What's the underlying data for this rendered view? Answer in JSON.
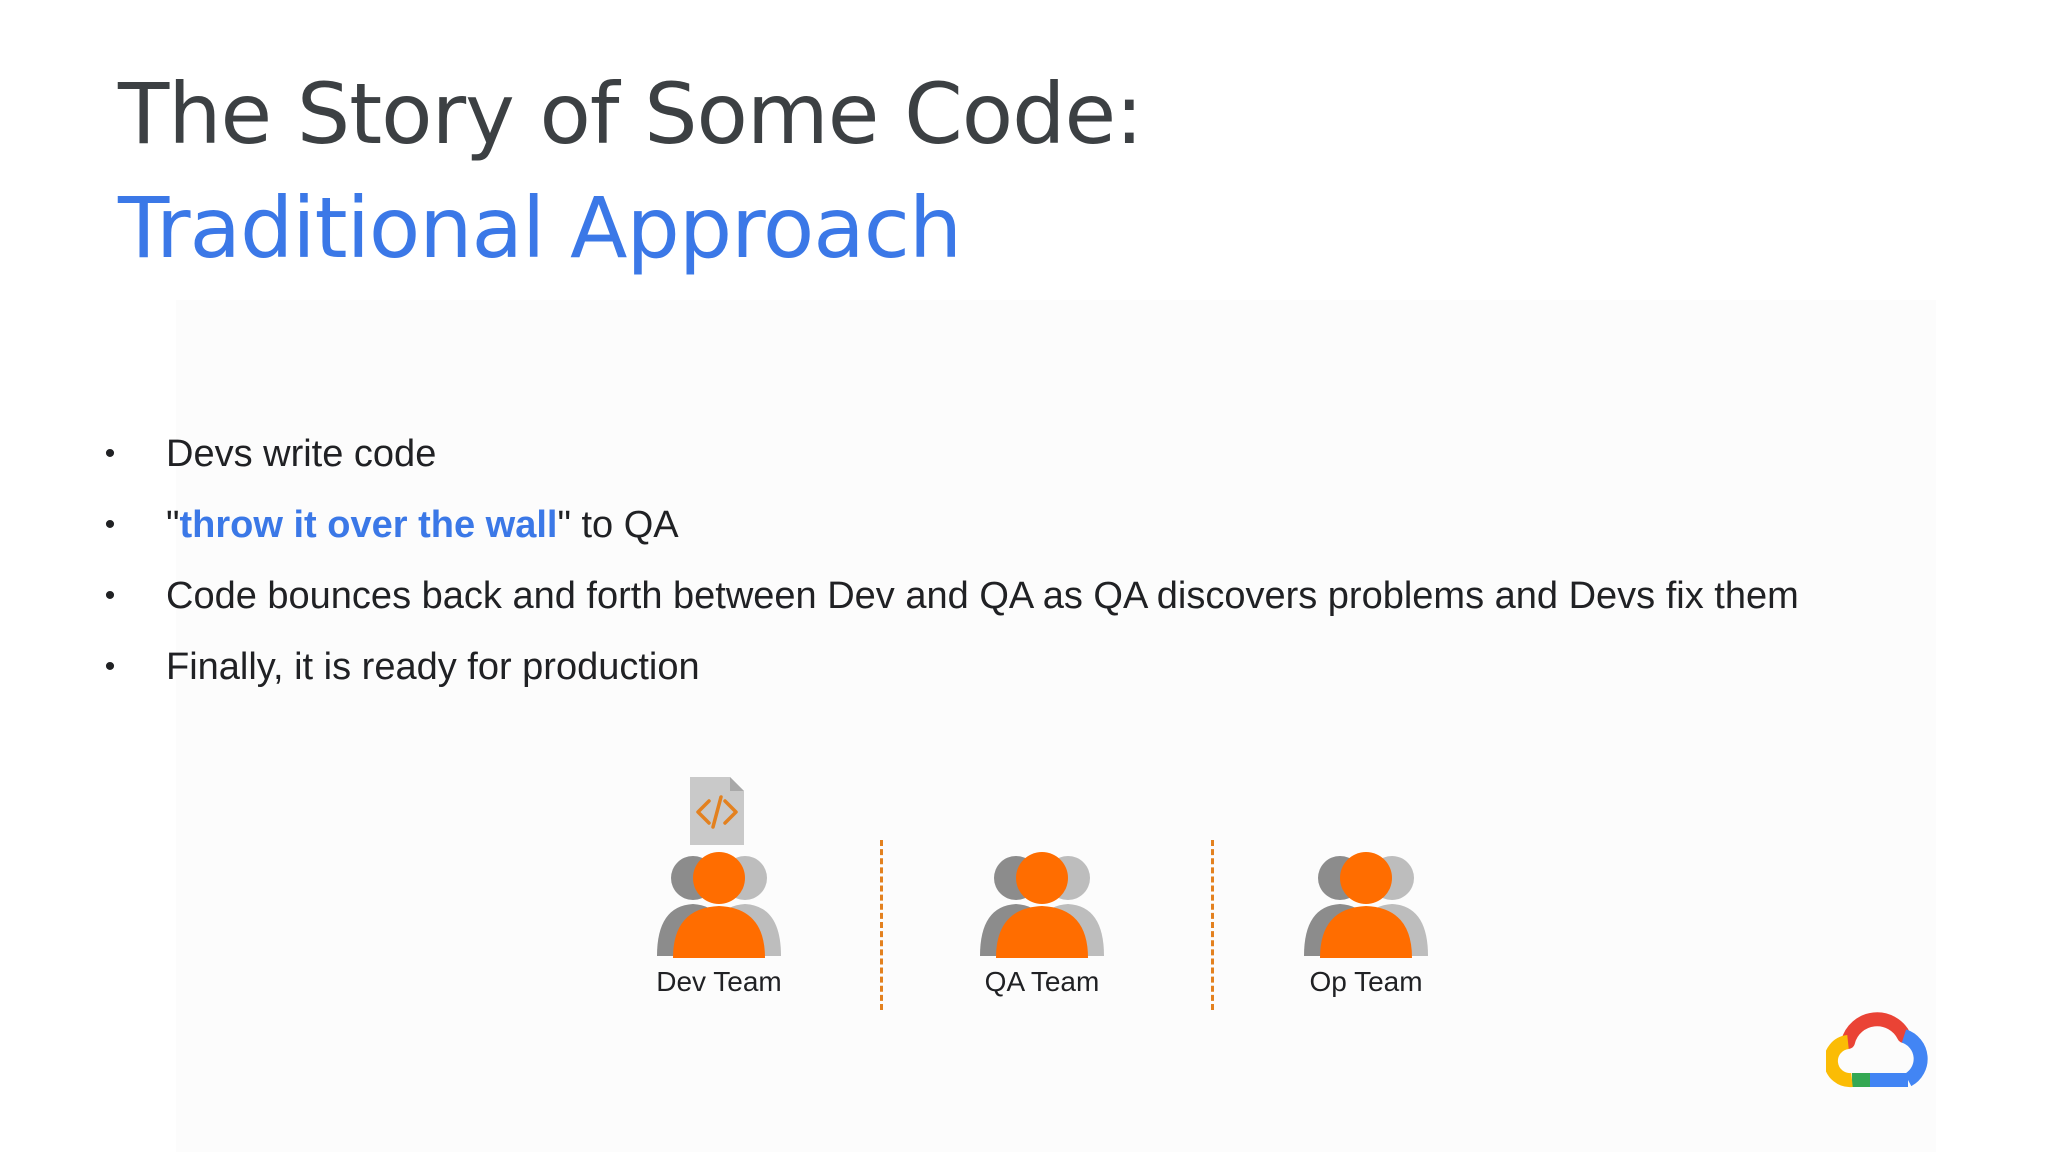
{
  "slide": {
    "title_line1": "The Story of Some Code:",
    "title_line2": "Traditional Approach",
    "accent_color": "#3b78e7",
    "bullets": [
      {
        "prefix": "",
        "highlight": "",
        "suffix": "Devs write code"
      },
      {
        "prefix": "\"",
        "highlight": "throw it over the wall",
        "suffix": "\" to QA"
      },
      {
        "prefix": "",
        "highlight": "",
        "suffix": "Code bounces back and forth between Dev and QA as QA discovers problems and Devs fix them"
      },
      {
        "prefix": "",
        "highlight": "",
        "suffix": "Finally, it is ready for production"
      }
    ],
    "bullet_glyph": "•"
  },
  "diagram": {
    "teams": [
      {
        "label": "Dev Team",
        "icon": "team-icon"
      },
      {
        "label": "QA Team",
        "icon": "team-icon"
      },
      {
        "label": "Op Team",
        "icon": "team-icon"
      }
    ],
    "person_color": "#ff6d00",
    "divider_color": "#e3811f",
    "file_icon": "code-file-icon"
  },
  "logo": {
    "icon": "google-cloud-logo"
  }
}
